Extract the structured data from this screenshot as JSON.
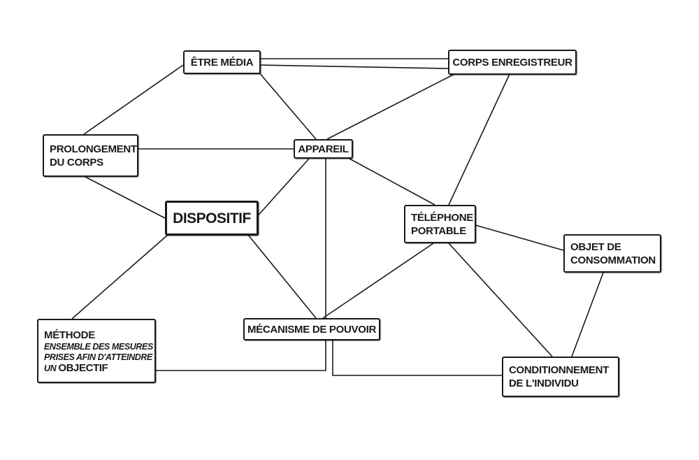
{
  "nodes": {
    "etre_media": {
      "label": "ÊTRE MÉDIA"
    },
    "corps_enregistreur": {
      "label": "CORPS ENREGISTREUR"
    },
    "prolongement": {
      "line1": "PROLONGEMENT",
      "line2": "DU CORPS"
    },
    "appareil": {
      "label": "APPAREIL"
    },
    "dispositif": {
      "label": "DISPOSITIF"
    },
    "telephone": {
      "line1": "TÉLÉPHONE",
      "line2": "PORTABLE"
    },
    "objet": {
      "line1": "OBJET DE",
      "line2": "CONSOMMATION"
    },
    "methode": {
      "title": "MÉTHODE",
      "line1": "ENSEMBLE DES MESURES",
      "line2": "PRISES AFIN D'ATTEINDRE",
      "line3_prefix": "UN ",
      "line3_bold": "OBJECTIF"
    },
    "mecanisme": {
      "label": "MÉCANISME DE POUVOIR"
    },
    "conditionnement": {
      "line1": "CONDITIONNEMENT",
      "line2": "DE L'INDIVIDU"
    }
  },
  "colors": {
    "stroke": "#1a1a1a",
    "background": "#ffffff"
  }
}
